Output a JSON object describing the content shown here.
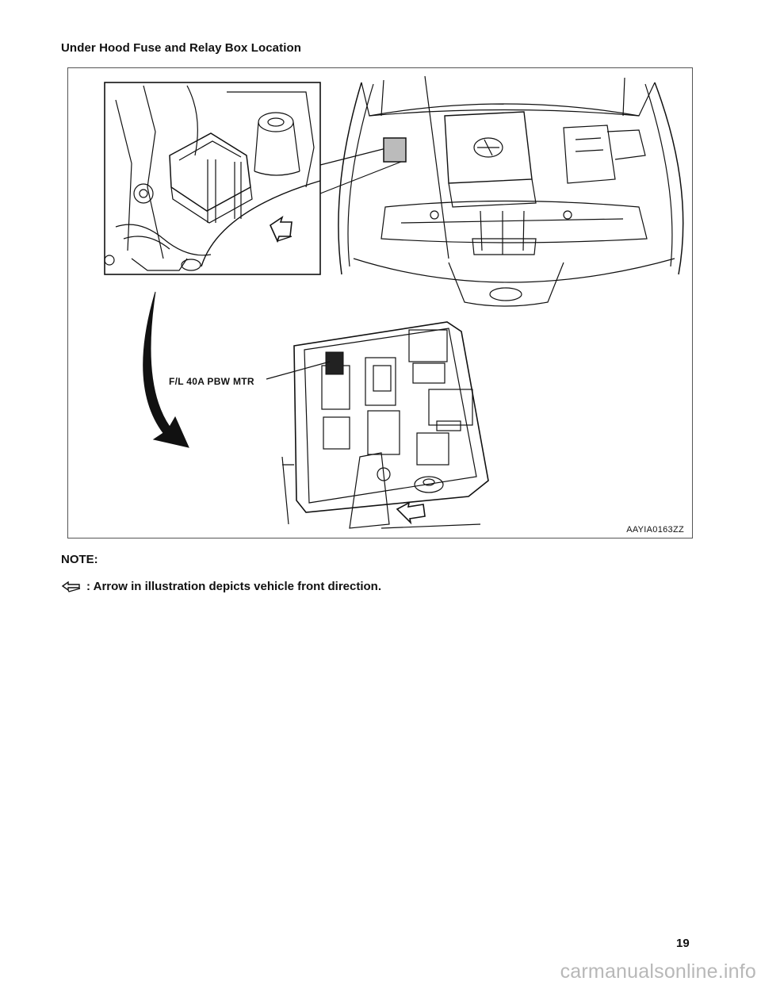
{
  "page": {
    "section_title": "Under Hood Fuse and Relay Box Location",
    "page_number": "19",
    "watermark": "carmanualsonline.info"
  },
  "figure": {
    "callout_label": "F/L 40A PBW MTR",
    "figure_code": "AAYIA0163ZZ",
    "icons": [
      "front-direction-arrow-icon",
      "transition-curved-arrow-icon"
    ]
  },
  "note": {
    "heading": "NOTE:",
    "text": ": Arrow in illustration depicts vehicle front direction.",
    "icon": "front-direction-arrow-icon"
  }
}
